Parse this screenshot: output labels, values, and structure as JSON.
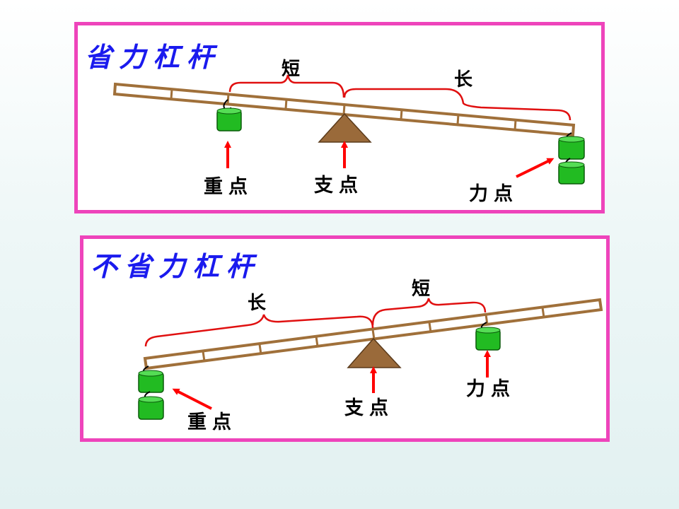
{
  "top": {
    "title": "省力杠杆",
    "short_label": "短",
    "long_label": "长",
    "load_label": "重点",
    "fulcrum_label": "支点",
    "effort_label": "力点"
  },
  "bottom": {
    "title": "不省力杠杆",
    "short_label": "短",
    "long_label": "长",
    "load_label": "重点",
    "fulcrum_label": "支点",
    "effort_label": "力点"
  },
  "colors": {
    "border": "#ee44bb",
    "title": "#1a1aee",
    "lever": "#a0703a",
    "brace": "#e01010",
    "arrow": "#ff0000",
    "fulcrum": "#9a6a3a",
    "weight": "#22bb22"
  }
}
